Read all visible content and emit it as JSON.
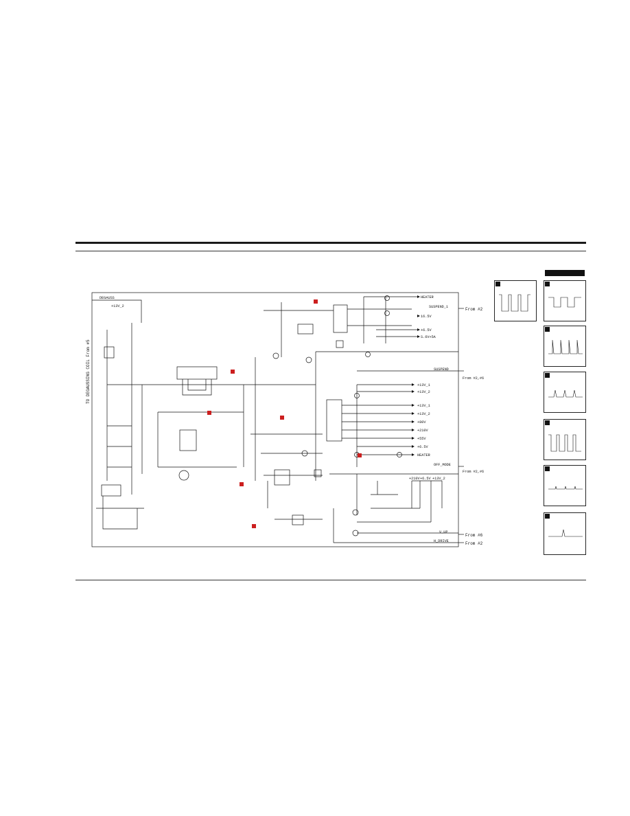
{
  "border_labels": {
    "left_vertical": "TO DEGAUSSING COIL From #5",
    "degauss": "DEGAUSS",
    "v13_2": "+13V_2"
  },
  "power_outputs": [
    "HEATER",
    "16.5V",
    "+6.5V",
    "S.6V+5A",
    "+13V_1",
    "+13V_2",
    "+13V_1",
    "+13V_2",
    "+80V",
    "+210V",
    "+55V",
    "+6.5V",
    "HEATER"
  ],
  "signals": [
    {
      "label": "SUSPEND_1",
      "from": "From #2"
    },
    {
      "label": "SUSPEND",
      "from": "From #2,#6"
    },
    {
      "label": "OFF_MODE",
      "from": "From #2,#6"
    },
    {
      "label": "V_UP",
      "from": "From #6"
    },
    {
      "label": "H_DRIVE",
      "from": "From #2"
    }
  ],
  "bottom_rail": [
    "+210V",
    "+6.5V",
    "+13V_2"
  ],
  "waveform_count": 7,
  "colors": {
    "line": "#111111",
    "test_point": "#cc1f1f",
    "page": "#ffffff"
  }
}
